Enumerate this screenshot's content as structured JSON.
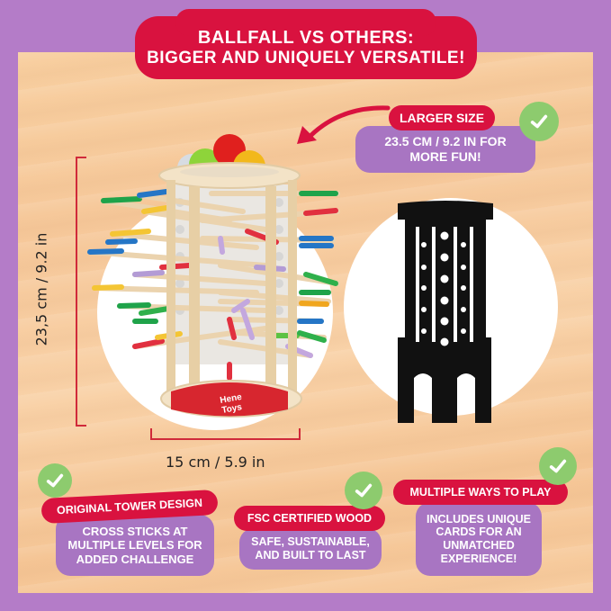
{
  "header": {
    "title_line1": "BALLFALL VS OTHERS:",
    "title_line2": "BIGGER AND UNIQUELY VERSATILE!"
  },
  "product": {
    "brand": "Hene Toys",
    "height_label": "23,5 cm / 9.2 in",
    "width_label": "15 cm / 5.9 in"
  },
  "comparison": {
    "competitor_icon": "tower-silhouette-icon"
  },
  "features": [
    {
      "title": "LARGER SIZE",
      "description": "23.5 CM / 9.2 IN FOR MORE FUN!",
      "description_lines": [
        "23.5 CM / 9.2 IN FOR",
        "MORE FUN!"
      ],
      "icon": "checkmark-icon"
    },
    {
      "title": "ORIGINAL TOWER DESIGN",
      "description": "CROSS STICKS AT MULTIPLE LEVELS FOR ADDED CHALLENGE",
      "description_lines": [
        "CROSS STICKS AT",
        "MULTIPLE LEVELS FOR",
        "ADDED CHALLENGE"
      ],
      "icon": "checkmark-icon"
    },
    {
      "title": "FSC CERTIFIED WOOD",
      "description": "SAFE, SUSTAINABLE, AND BUILT TO LAST",
      "description_lines": [
        "SAFE, SUSTAINABLE,",
        "AND BUILT TO LAST"
      ],
      "icon": "checkmark-icon"
    },
    {
      "title": "MULTIPLE WAYS TO PLAY",
      "description": "INCLUDES UNIQUE CARDS FOR AN UNMATCHED EXPERIENCE!",
      "description_lines": [
        "INCLUDES UNIQUE",
        "CARDS FOR AN",
        "UNMATCHED",
        "EXPERIENCE!"
      ],
      "icon": "checkmark-icon"
    }
  ],
  "colors": {
    "frame_purple": "#B47CC8",
    "badge_red": "#D9123F",
    "blob_purple": "#A875C2",
    "check_green": "#8DCB6E",
    "wood_bg": "#F8CFA0",
    "dimension_red": "#D02A3A"
  }
}
